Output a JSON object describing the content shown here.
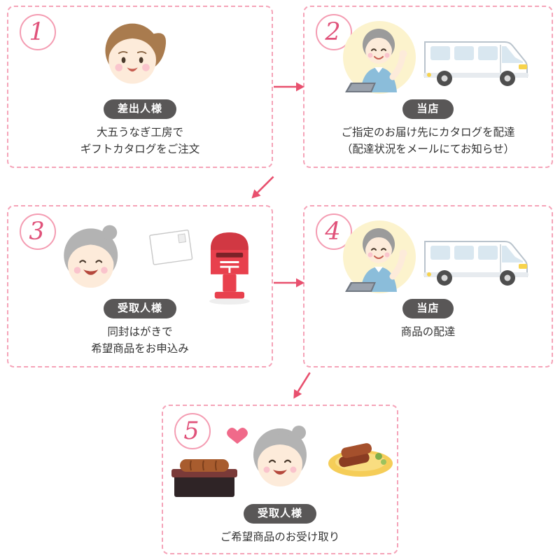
{
  "colors": {
    "box_border_pink": "#f5a3b8",
    "number_pink": "#e0527a",
    "arrow_pink": "#e8506e",
    "badge_gray": "#595757",
    "text": "#333333",
    "postbox_red": "#e8404d"
  },
  "steps": [
    {
      "number": "1",
      "badge": "差出人様",
      "description": "大五うなぎ工房で\nギフトカタログをご注文",
      "illustration": "sender-woman-illustration"
    },
    {
      "number": "2",
      "badge": "当店",
      "description": "ご指定のお届け先にカタログを配達\n（配達状況をメールにてお知らせ）",
      "illustration": "shop-staff-delivery-truck-illustration"
    },
    {
      "number": "3",
      "badge": "受取人様",
      "description": "同封はがきで\n希望商品をお申込み",
      "illustration": "recipient-postcard-postbox-illustration"
    },
    {
      "number": "4",
      "badge": "当店",
      "description": "商品の配達",
      "illustration": "shop-staff-delivery-truck-illustration"
    },
    {
      "number": "5",
      "badge": "受取人様",
      "description": "ご希望商品のお受け取り",
      "illustration": "recipient-receiving-gift-illustration"
    }
  ]
}
